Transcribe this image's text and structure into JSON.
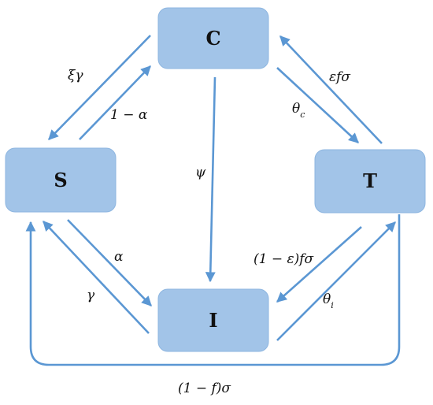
{
  "nodes": {
    "c": {
      "label": "C"
    },
    "s": {
      "label": "S"
    },
    "t": {
      "label": "T"
    },
    "i": {
      "label": "I"
    }
  },
  "edges": {
    "c_to_s": {
      "label": "ξγ"
    },
    "s_to_c": {
      "label": "1 − α"
    },
    "t_to_c": {
      "label": "εfσ"
    },
    "c_to_t": {
      "label": "θ",
      "sub": "c"
    },
    "c_to_i": {
      "label": "ψ"
    },
    "s_to_i": {
      "label": "α"
    },
    "i_to_s": {
      "label": "γ"
    },
    "t_to_i": {
      "label": "(1 − ε)fσ"
    },
    "i_to_t": {
      "label": "θ",
      "sub": "i"
    },
    "t_to_s": {
      "label": "(1 − f)σ"
    }
  },
  "colors": {
    "node_fill": "#a2c4e8",
    "edge": "#5b97d3",
    "text": "#111111"
  }
}
